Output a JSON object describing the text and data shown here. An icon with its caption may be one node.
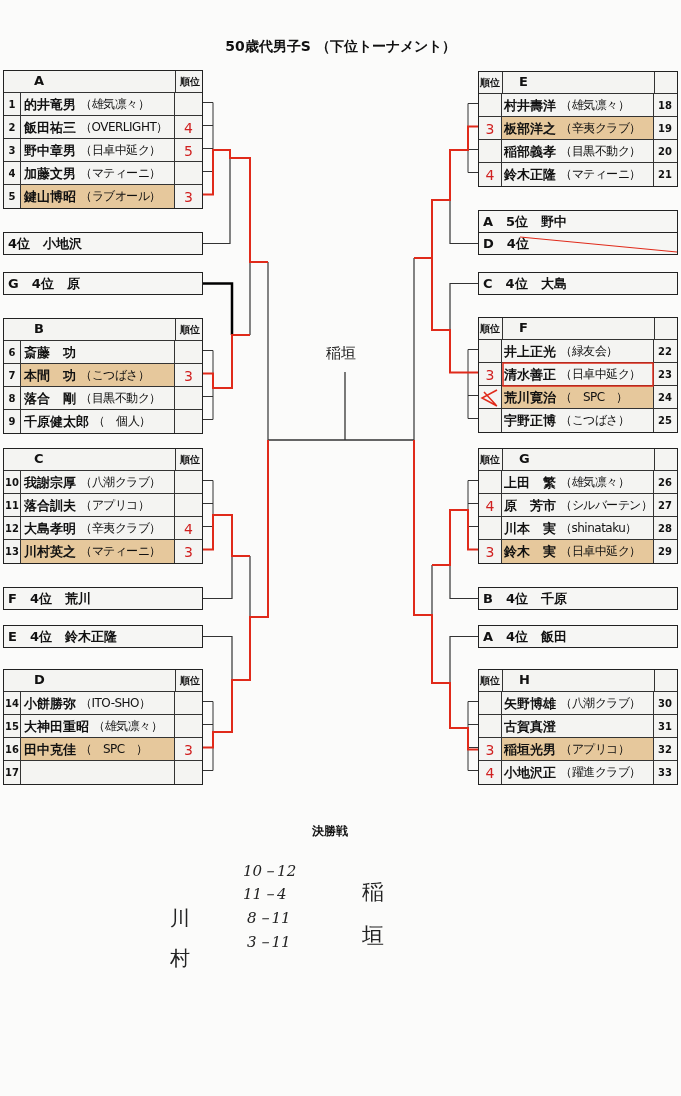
{
  "diagram": {
    "title": "50歳代男子S （下位トーナメント）",
    "nodes": [
      {
        "text": [
          "A",
          "順位"
        ]
      },
      {
        "text": [
          "1",
          "的井竜男",
          "（雄気凛々）"
        ],
        "in": 0
      },
      {
        "text": [
          "2",
          "飯田祐三",
          "（OVERLIGHT）",
          "4"
        ],
        "in": 0
      },
      {
        "text": [
          "3",
          "野中章男",
          "（日卓中延ク）",
          "5"
        ],
        "in": 0
      },
      {
        "text": [
          "4",
          "加藤文男",
          "（マティーニ）"
        ],
        "in": 0
      },
      {
        "text": [
          "5",
          "鍵山博昭",
          "（ラブオール）",
          "3"
        ],
        "in": 0
      },
      {
        "text": [
          "4位　小地沢"
        ]
      },
      {
        "text": [
          "G　4位　原"
        ]
      },
      {
        "text": [
          "B",
          "順位"
        ]
      },
      {
        "text": [
          "6",
          "斎藤　功"
        ],
        "in": 8
      },
      {
        "text": [
          "7",
          "本間　功",
          "（こつばさ）",
          "3"
        ],
        "in": 8
      },
      {
        "text": [
          "8",
          "落合　剛",
          "（目黒不動ク）"
        ],
        "in": 8
      },
      {
        "text": [
          "9",
          "千原健太郎",
          "（　個人）"
        ],
        "in": 8
      },
      {
        "text": [
          "C",
          "順位"
        ]
      },
      {
        "text": [
          "10",
          "我謝宗厚",
          "（八潮クラブ）"
        ],
        "in": 13
      },
      {
        "text": [
          "11",
          "落合訓夫",
          "（アプリコ）"
        ],
        "in": 13
      },
      {
        "text": [
          "12",
          "大島孝明",
          "（辛夷クラブ）",
          "4"
        ],
        "in": 13
      },
      {
        "text": [
          "13",
          "川村英之",
          "（マティーニ）",
          "3"
        ],
        "in": 13
      },
      {
        "text": [
          "F　4位　荒川"
        ]
      },
      {
        "text": [
          "E　4位　鈴木正隆"
        ]
      },
      {
        "text": [
          "D",
          "順位"
        ]
      },
      {
        "text": [
          "14",
          "小餅勝弥",
          "（ITO-SHO）"
        ],
        "in": 20
      },
      {
        "text": [
          "15",
          "大神田重昭",
          "（雄気凛々）"
        ],
        "in": 20
      },
      {
        "text": [
          "16",
          "田中克佳",
          "（　SPC　）",
          "3"
        ],
        "in": 20
      },
      {
        "text": [
          "17"
        ],
        "in": 20
      },
      {
        "text": [
          "稲垣"
        ]
      },
      {
        "text": [
          "順位",
          "E"
        ]
      },
      {
        "text": [
          "村井壽洋",
          "（雄気凛々）",
          "18"
        ],
        "in": 26
      },
      {
        "text": [
          "3",
          "板部洋之",
          "（辛夷クラブ）",
          "19"
        ],
        "in": 26
      },
      {
        "text": [
          "稲部義孝",
          "（目黒不動ク）",
          "20"
        ],
        "in": 26
      },
      {
        "text": [
          "4",
          "鈴木正隆",
          "（マティーニ）",
          "21"
        ],
        "in": 26
      },
      {
        "text": [
          "A　5位　野中"
        ]
      },
      {
        "text": [
          "D　4位"
        ]
      },
      {
        "text": [
          "C　4位　大島"
        ]
      },
      {
        "text": [
          "順位",
          "F"
        ]
      },
      {
        "text": [
          "井上正光",
          "（緑友会）",
          "22"
        ],
        "in": 34
      },
      {
        "text": [
          "3",
          "清水善正",
          "（日卓中延ク）",
          "23"
        ],
        "in": 34
      },
      {
        "text": [
          "荒川寛治",
          "（　SPC　）",
          "24"
        ],
        "in": 34
      },
      {
        "text": [
          "宇野正博",
          "（こつばさ）",
          "25"
        ],
        "in": 34
      },
      {
        "text": [
          "順位",
          "G"
        ]
      },
      {
        "text": [
          "上田　繁",
          "（雄気凛々）",
          "26"
        ],
        "in": 39
      },
      {
        "text": [
          "4",
          "原　芳市",
          "（シルバーテン）",
          "27"
        ],
        "in": 39
      },
      {
        "text": [
          "川本　実",
          "（shinataku）",
          "28"
        ],
        "in": 39
      },
      {
        "text": [
          "3",
          "鈴木　実",
          "（日卓中延ク）",
          "29"
        ],
        "in": 39
      },
      {
        "text": [
          "B　4位　千原"
        ]
      },
      {
        "text": [
          "A　4位　飯田"
        ]
      },
      {
        "text": [
          "順位",
          "H"
        ]
      },
      {
        "text": [
          "矢野博雄",
          "（八潮クラブ）",
          "30"
        ],
        "in": 46
      },
      {
        "text": [
          "古賀真澄",
          "31"
        ],
        "in": 46
      },
      {
        "text": [
          "3",
          "稲垣光男",
          "（アプリコ）",
          "32"
        ],
        "in": 46
      },
      {
        "text": [
          "4",
          "小地沢正",
          "（躍進クラブ）",
          "33"
        ],
        "in": 46
      }
    ],
    "labels": [
      "決勝戦",
      "川村",
      "10－12",
      "11－4",
      "8－11",
      "3－11",
      "稲垣"
    ]
  }
}
